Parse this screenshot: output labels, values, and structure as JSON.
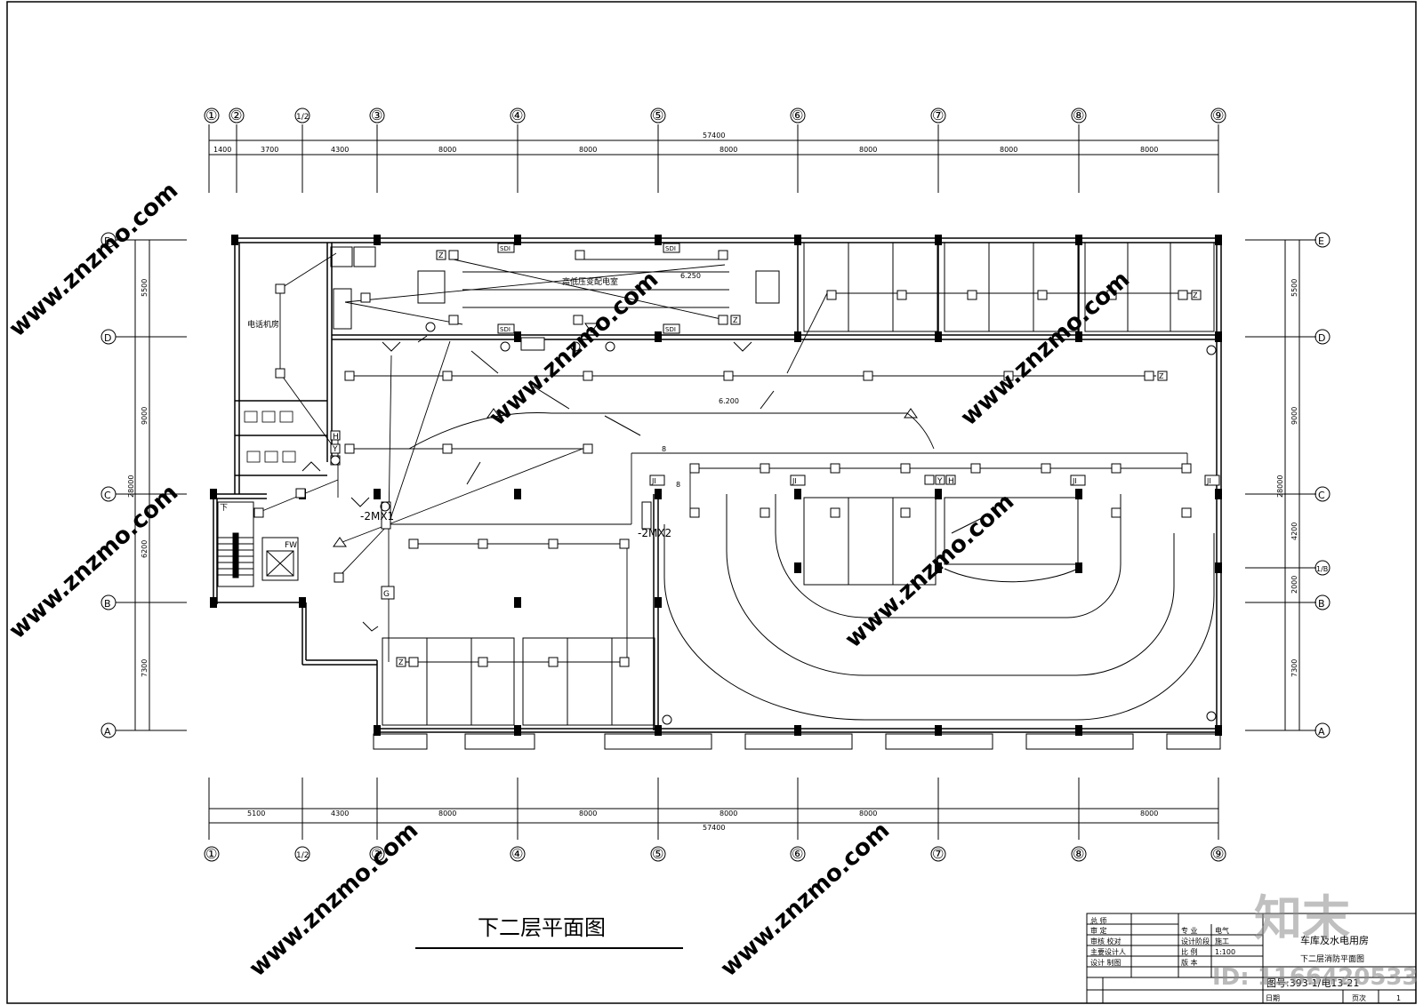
{
  "drawing_title": "下二层平面图",
  "top_axes": [
    "①",
    "②",
    "1/2",
    "③",
    "④",
    "⑤",
    "⑥",
    "⑦",
    "⑧",
    "⑨"
  ],
  "bottom_axes": [
    "①",
    "1/2",
    "③",
    "④",
    "⑤",
    "⑥",
    "⑦",
    "⑧",
    "⑨"
  ],
  "side_axes": [
    "E",
    "D",
    "C",
    "B",
    "A"
  ],
  "right_extra_axis": "1/B",
  "top_dims": [
    "1400",
    "3700",
    "4300",
    "8000",
    "8000",
    "8000",
    "8000",
    "8000",
    "8000"
  ],
  "top_total": "57400",
  "bottom_dims": [
    "5100",
    "4300",
    "8000",
    "8000",
    "8000",
    "8000",
    "8000"
  ],
  "bottom_total": "57400",
  "left_dims": [
    "5500",
    "9000",
    "6200",
    "7300"
  ],
  "left_total": "28000",
  "right_dims": [
    "5500",
    "9000",
    "4200",
    "2000",
    "7300"
  ],
  "right_total": "28000",
  "rooms": {
    "telecom": "电话机房",
    "substation": "高低压变配电室"
  },
  "symbols": {
    "sdi": "SDI",
    "ji": "JI",
    "fw": "FW",
    "y": "Y",
    "h": "H",
    "g": "G",
    "z": "Z",
    "stair_down": "下",
    "panel_1": "-2MX1",
    "panel_2": "-2MX2",
    "elev_1": "6.250",
    "elev_2": "6.200",
    "wire_8": "8"
  },
  "title_block": {
    "project": "车库及水电用房",
    "sheet_name": "下二层消防平面图",
    "drawing_no": "图号:393-1/电13-21",
    "date_label": "日期",
    "rev_label": "页次",
    "rev_value": "1",
    "row_labels": [
      "总 师",
      "审 定",
      "审核 校对",
      "主要设计人",
      "设计 制图"
    ],
    "mid_labels": [
      "专 业",
      "设计阶段",
      "比 例",
      "版 本"
    ],
    "mid_values": [
      "电气",
      "施工",
      "1:100",
      ""
    ]
  },
  "watermark": {
    "brand": "知末",
    "id": "ID: 1166420533",
    "url": "www.znzmo.com"
  }
}
